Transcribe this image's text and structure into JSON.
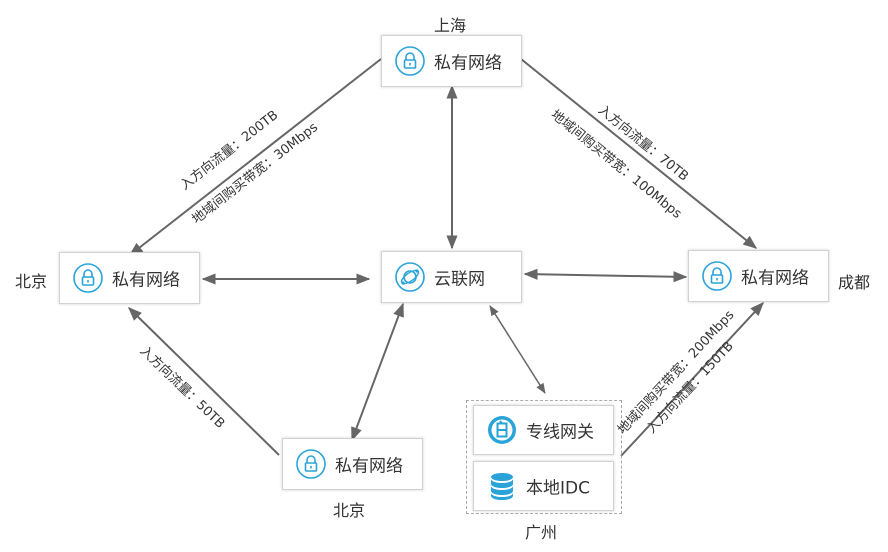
{
  "colors": {
    "accent": "#2aa4d8",
    "line": "#666666"
  },
  "nodes": {
    "shanghai_vpc": {
      "label": "私有网络",
      "icon": "lock-icon"
    },
    "beijing_vpc_left": {
      "label": "私有网络",
      "icon": "lock-icon"
    },
    "chengdu_vpc": {
      "label": "私有网络",
      "icon": "lock-icon"
    },
    "beijing_vpc_bottom": {
      "label": "私有网络",
      "icon": "lock-icon"
    },
    "ccn": {
      "label": "云联网",
      "icon": "network-globe-icon"
    },
    "dc_gateway": {
      "label": "专线网关",
      "icon": "gateway-icon"
    },
    "local_idc": {
      "label": "本地IDC",
      "icon": "database-icon"
    }
  },
  "cities": {
    "shanghai": "上海",
    "beijing_left": "北京",
    "chengdu": "成都",
    "beijing_bottom": "北京",
    "guangzhou": "广州"
  },
  "edge_labels": {
    "bj_sh_traffic": "入方向流量：200TB",
    "bj_sh_bandwidth": "地域间购买带宽：30Mbps",
    "sh_cd_traffic": "入方向流量：70TB",
    "sh_cd_bandwidth": "地域间购买带宽：100Mbps",
    "bjb_bj_traffic": "入方向流量：50TB",
    "gz_cd_bandwidth": "地域间购买带宽：200Mbps",
    "gz_cd_traffic": "入方向流量：150TB"
  }
}
